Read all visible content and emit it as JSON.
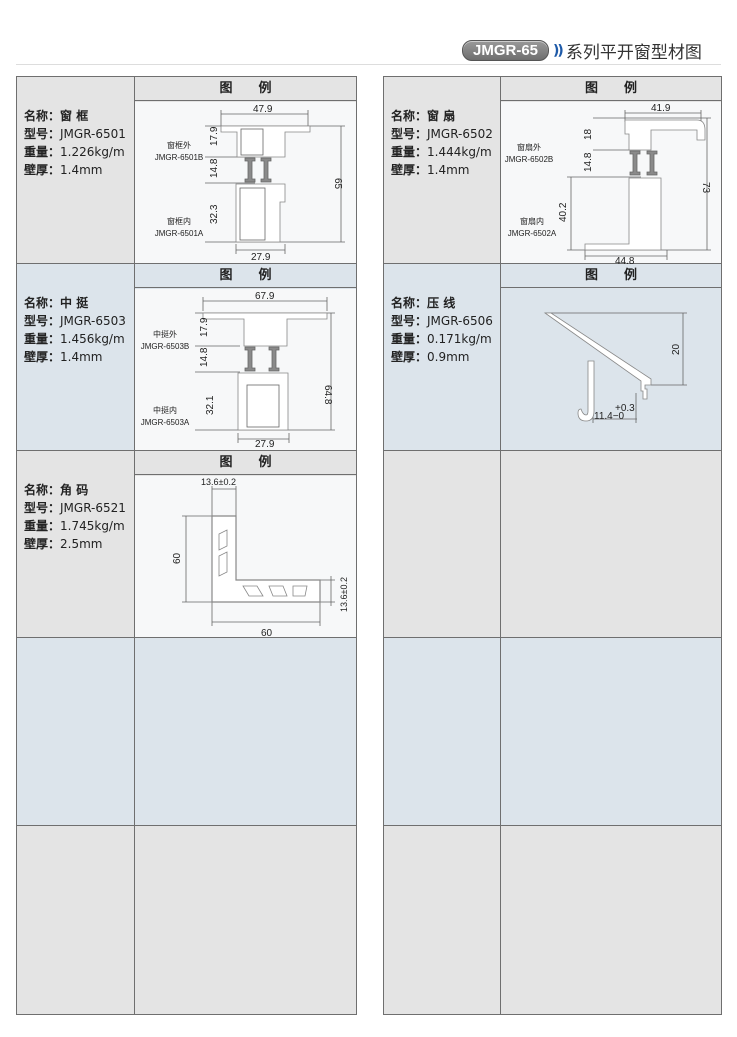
{
  "header": {
    "badge": "JMGR-65",
    "arrows": "))",
    "title": "系列平开窗型材图"
  },
  "figure_header": "图例",
  "labels": {
    "name": "名称：",
    "model": "型号：",
    "weight": "重量：",
    "wall": "壁厚："
  },
  "products": {
    "p6501": {
      "name": "窗 框",
      "model": "JMGR-6501",
      "weight": "1.226kg/m",
      "wall": "1.4mm",
      "dims": {
        "w_top": "47.9",
        "h1": "17.9",
        "h2": "14.8",
        "h3": "32.3",
        "h_total": "65",
        "w_bottom": "27.9"
      },
      "parts": {
        "outer_cn": "窗框外",
        "outer_code": "JMGR-6501B",
        "inner_cn": "窗框内",
        "inner_code": "JMGR-6501A"
      }
    },
    "p6502": {
      "name": "窗 扇",
      "model": "JMGR-6502",
      "weight": "1.444kg/m",
      "wall": "1.4mm",
      "dims": {
        "w_top": "41.9",
        "h1": "18",
        "h2": "14.8",
        "h3": "40.2",
        "h_total": "73",
        "w_bottom": "44.8"
      },
      "parts": {
        "outer_cn": "窗扇外",
        "outer_code": "JMGR-6502B",
        "inner_cn": "窗扇内",
        "inner_code": "JMGR-6502A"
      }
    },
    "p6503": {
      "name": "中 挺",
      "model": "JMGR-6503",
      "weight": "1.456kg/m",
      "wall": "1.4mm",
      "dims": {
        "w_top": "67.9",
        "h1": "17.9",
        "h2": "14.8",
        "h3": "32.1",
        "h_total": "64.8",
        "w_bottom": "27.9"
      },
      "parts": {
        "outer_cn": "中挺外",
        "outer_code": "JMGR-6503B",
        "inner_cn": "中挺内",
        "inner_code": "JMGR-6503A"
      }
    },
    "p6506": {
      "name": "压 线",
      "model": "JMGR-6506",
      "weight": "0.171kg/m",
      "wall": "0.9mm",
      "dims": {
        "height": "20",
        "tol": "+0.3",
        "width": "11.4−0"
      }
    },
    "p6521": {
      "name": "角 码",
      "model": "JMGR-6521",
      "weight": "1.745kg/m",
      "wall": "2.5mm",
      "dims": {
        "top_w": "13.6±0.2",
        "left_h": "60",
        "right_h": "13.6±0.2",
        "bottom_w": "60"
      }
    }
  }
}
